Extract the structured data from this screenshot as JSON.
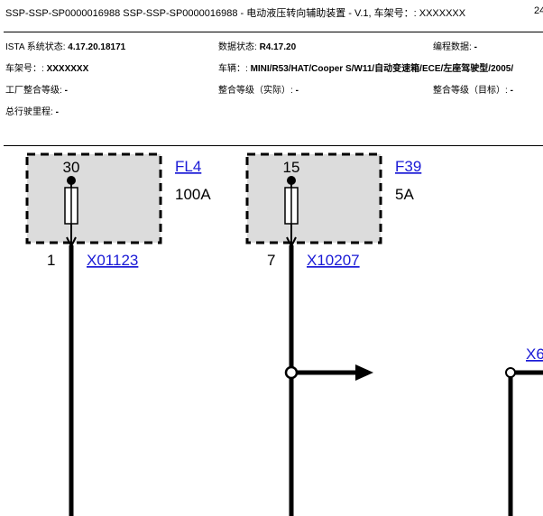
{
  "header": {
    "title": "SSP-SSP-SP0000016988 SSP-SSP-SP0000016988 - 电动液压转向辅助装置 - V.1, 车架号：: XXXXXXX",
    "page": "24"
  },
  "info": {
    "ista_label": "ISTA 系统状态: ",
    "ista_value": "4.17.20.18171",
    "data_label": "数据状态: ",
    "data_value": "R4.17.20",
    "prog_label": "编程数据: ",
    "prog_value": "-",
    "vin_label": "车架号：: ",
    "vin_value": "XXXXXXX",
    "vehicle_label": "车辆：: ",
    "vehicle_value": "MINI/R53/HAT/Cooper S/W11/自动变速箱/ECE/左座驾驶型/2005/",
    "factory_label": "工厂整合等级: ",
    "factory_value": "-",
    "actual_label": "整合等级（实际）: ",
    "actual_value": "-",
    "target_label": "整合等级（目标）: ",
    "target_value": "-",
    "mileage_label": "总行驶里程: ",
    "mileage_value": "-"
  },
  "diagram": {
    "fuse1": {
      "pin": "30",
      "name": "FL4",
      "rating": "100A",
      "out_pin": "1",
      "connector": "X01123"
    },
    "fuse2": {
      "pin": "15",
      "name": "F39",
      "rating": "5A",
      "out_pin": "7",
      "connector": "X10207"
    },
    "right_label": "X6"
  },
  "colors": {
    "box_fill": "#dcdcdc",
    "link": "#1a1ad6",
    "line": "#000000"
  }
}
